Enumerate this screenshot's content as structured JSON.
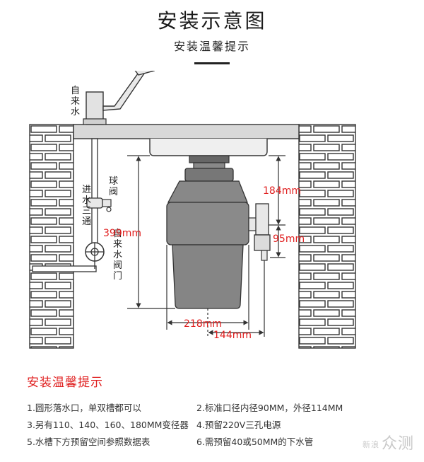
{
  "header": {
    "title": "安装示意图",
    "subtitle": "安装温馨提示"
  },
  "diagram": {
    "labels": {
      "tap": "自来水",
      "ball_valve": "球阀",
      "inlet_tee": "进水三通",
      "water_valve": "自来水阀门"
    },
    "dimensions": {
      "height_total": "399mm",
      "height_upper": "184mm",
      "height_outlet": "95mm",
      "width_total": "218mm",
      "width_offset": "144mm"
    }
  },
  "tips": {
    "heading": "安装温馨提示",
    "items": [
      "1.圆形落水口，单双槽都可以",
      "2.标准口径内径90MM，外径114MM",
      "3.另有110、140、160、180MM变径器",
      "4.预留220V三孔电源",
      "5.水槽下方预留空间参照数据表",
      "6.需预留40或50MM的下水管"
    ]
  },
  "watermark": {
    "small": "新浪",
    "large": "众测"
  },
  "colors": {
    "accent": "#e02020",
    "line": "#333333"
  }
}
